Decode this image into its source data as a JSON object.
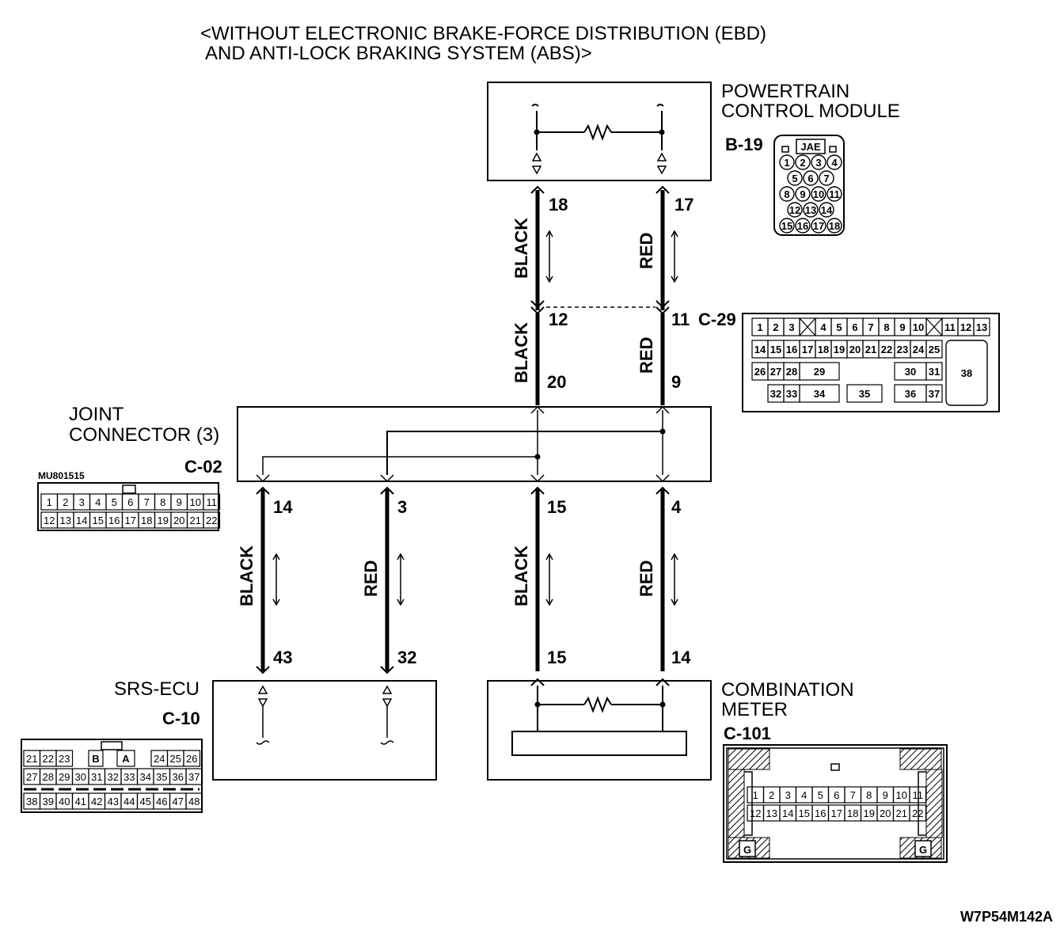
{
  "title": {
    "line1": "<WITHOUT ELECTRONIC BRAKE-FORCE DISTRIBUTION (EBD)",
    "line2": "AND ANTI-LOCK BRAKING SYSTEM (ABS)>"
  },
  "pcm": {
    "name_line1": "POWERTRAIN",
    "name_line2": "CONTROL MODULE",
    "connector": "B-19",
    "connector_brand": "JAE",
    "pins": [
      "1",
      "2",
      "3",
      "4",
      "5",
      "6",
      "7",
      "8",
      "9",
      "10",
      "11",
      "12",
      "13",
      "14",
      "15",
      "16",
      "17",
      "18"
    ]
  },
  "joint": {
    "name_line1": "JOINT",
    "name_line2": "CONNECTOR (3)",
    "connector": "C-02",
    "part_no": "MU801515",
    "pins_row1": [
      "1",
      "2",
      "3",
      "4",
      "5",
      "6",
      "7",
      "8",
      "9",
      "10",
      "11"
    ],
    "pins_row2": [
      "12",
      "13",
      "14",
      "15",
      "16",
      "17",
      "18",
      "19",
      "20",
      "21",
      "22"
    ]
  },
  "c29": {
    "connector": "C-29",
    "row1": [
      "1",
      "2",
      "3",
      "4",
      "5",
      "6",
      "7",
      "8",
      "9",
      "10",
      "11",
      "12",
      "13"
    ],
    "row2": [
      "14",
      "15",
      "16",
      "17",
      "18",
      "19",
      "20",
      "21",
      "22",
      "23",
      "24",
      "25"
    ],
    "row3": [
      "26",
      "27",
      "28",
      "29",
      "30",
      "31",
      "38"
    ],
    "row4": [
      "32",
      "33",
      "34",
      "35",
      "36",
      "37"
    ]
  },
  "srs": {
    "name": "SRS-ECU",
    "connector": "C-10",
    "row1": [
      "21",
      "22",
      "23",
      "B",
      "A",
      "24",
      "25",
      "26"
    ],
    "row2": [
      "27",
      "28",
      "29",
      "30",
      "31",
      "32",
      "33",
      "34",
      "35",
      "36",
      "37"
    ],
    "row3": [
      "38",
      "39",
      "40",
      "41",
      "42",
      "43",
      "44",
      "45",
      "46",
      "47",
      "48"
    ]
  },
  "meter": {
    "name_line1": "COMBINATION",
    "name_line2": "METER",
    "connector": "C-101",
    "row1": [
      "1",
      "2",
      "3",
      "4",
      "5",
      "6",
      "7",
      "8",
      "9",
      "10",
      "11"
    ],
    "row2": [
      "12",
      "13",
      "14",
      "15",
      "16",
      "17",
      "18",
      "19",
      "20",
      "21",
      "22"
    ],
    "ground": "G"
  },
  "wires": {
    "pcm_left_pin": "18",
    "pcm_right_pin": "17",
    "c29_left_pin": "12",
    "c29_right_pin": "11",
    "joint_in_left_pin": "20",
    "joint_in_right_pin": "9",
    "joint_out_pins": [
      "14",
      "3",
      "15",
      "4"
    ],
    "srs_pins": [
      "43",
      "32"
    ],
    "meter_pins": [
      "15",
      "14"
    ],
    "black": "BLACK",
    "red": "RED"
  },
  "figure_code": "W7P54M142A"
}
